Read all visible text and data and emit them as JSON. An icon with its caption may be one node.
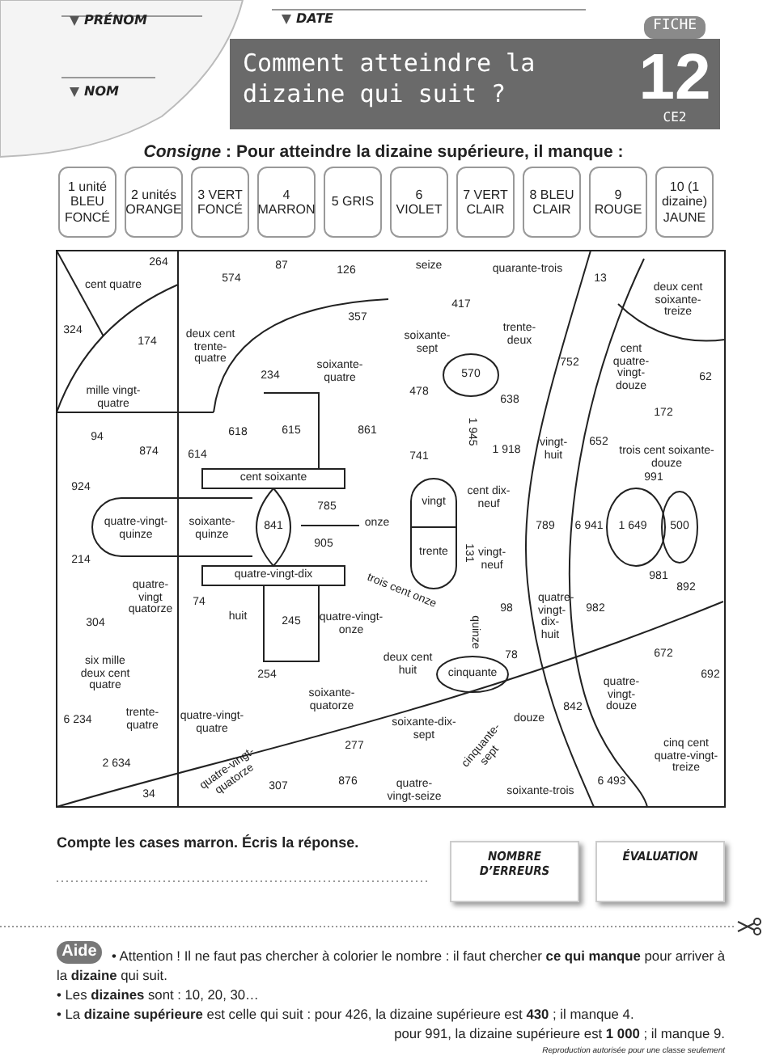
{
  "diagram": {
    "title": "Comment atteindre la dizaine qui suit ?",
    "nodes": [
      {
        "text": [
          "1 unité BLEU FONCÉ"
        ]
      },
      {
        "text": [
          "2 unités ORANGE"
        ]
      },
      {
        "text": [
          "3 VERT FONCÉ"
        ]
      },
      {
        "text": [
          "4 MARRON"
        ]
      },
      {
        "text": [
          "5 GRIS"
        ]
      },
      {
        "text": [
          "6 VIOLET"
        ]
      },
      {
        "text": [
          "7 VERT CLAIR"
        ]
      },
      {
        "text": [
          "8 BLEU CLAIR"
        ]
      },
      {
        "text": [
          "9 ROUGE"
        ]
      },
      {
        "text": [
          "10 (1 dizaine) JAUNE"
        ]
      },
      {
        "text": [
          "NOMBRE D’ERREURS"
        ]
      },
      {
        "text": [
          "ÉVALUATION"
        ]
      },
      {
        "text": [
          "Aide"
        ]
      }
    ],
    "labels": [
      "PRÉNOM",
      "NOM",
      "DATE",
      "FICHE",
      "12",
      "CE2",
      "*Consigne* : Pour atteindre la dizaine supérieure, il manque :",
      "264",
      "cent quatre",
      "574",
      "87",
      "126",
      "seize",
      "quarante-trois",
      "13",
      "deux cent soixante-treize",
      "357",
      "417",
      "324",
      "174",
      "deux cent trente-quatre",
      "soixante-sept",
      "trente-deux",
      "234",
      "soixante-quatre",
      "570",
      "752",
      "cent quatre-vingt-douze",
      "62",
      "mille vingt-quatre",
      "478",
      "638",
      "172",
      "94",
      "874",
      "614",
      "618",
      "615",
      "861",
      "741",
      "1 945",
      "1 918",
      "vingt-huit",
      "652",
      "trois cent soixante-douze",
      "924",
      "cent soixante",
      "785",
      "vingt",
      "cent dix-neuf",
      "991",
      "quatre-vingt-quinze",
      "soixante-quinze",
      "841",
      "onze",
      "789",
      "6 941",
      "1 649",
      "500",
      "214",
      "905",
      "trente",
      "131",
      "vingt-neuf",
      "981",
      "quatre-vingt quatorze",
      "74",
      "quatre-vingt-dix",
      "trois cent onze",
      "98",
      "quatre-vingt-dix-huit",
      "982",
      "892",
      "304",
      "huit",
      "245",
      "quatre-vingt-onze",
      "quinze",
      "six mille deux cent quatre",
      "254",
      "deux cent huit",
      "cinquante",
      "78",
      "672",
      "692",
      "6 234",
      "trente-quatre",
      "quatre-vingt-quatre",
      "soixante-quatorze",
      "soixante-dix-sept",
      "douze",
      "842",
      "quatre-vingt-douze",
      "2 634",
      "277",
      "cinquante-sept",
      "cinq cent quatre-vingt-treize",
      "34",
      "quatre-vingt-quatorze",
      "307",
      "876",
      "quatre-vingt-seize",
      "soixante-trois",
      "6 493",
      "Compte les cases marron. Écris la réponse.",
      "• Attention ! Il ne faut pas chercher à colorier le nombre : il faut chercher **ce qui manque** pour arriver à la **dizaine** qui suit.",
      "• Les **dizaines** sont : 10, 20, 30…",
      "• La **dizaine supérieure** est celle qui suit : pour 426, la dizaine supérieure est **430** ; il manque 4.",
      "pour 991, la dizaine supérieure est **1 000** ; il manque 9.",
      "Reproduction autorisée pour une classe seulement"
    ]
  }
}
